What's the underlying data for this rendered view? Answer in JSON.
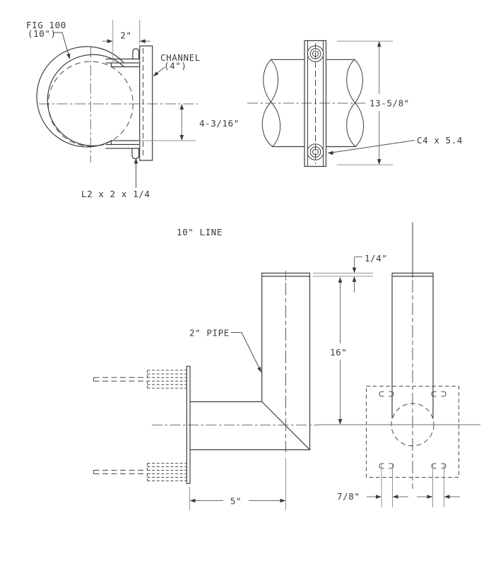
{
  "drawing": {
    "note": "10\" LINE",
    "colors": {
      "background": "#ffffff",
      "object_line": "#3d3d3d",
      "hidden_line": "#4a4a4a",
      "dimension_line": "#6e6e6e",
      "extension_line": "#949494",
      "text": "#3a3a3a"
    },
    "views": {
      "ubolt_front": {
        "fig_label": "FIG 100",
        "fig_size": "(10\")",
        "bolt_offset_dim": "2\"",
        "channel_label": "CHANNEL",
        "channel_size": "(4\")",
        "offset_dim": "4-3/16\"",
        "angle_spec": "L2 x 2 x 1/4"
      },
      "clamp_side": {
        "length_dim": "13-5/8\"",
        "channel_spec": "C4 x 5.4"
      },
      "elbow_front": {
        "pipe_label": "2\" PIPE",
        "cap_dim": "1/4\"",
        "height_dim": "16\"",
        "offset_dim": "5\""
      },
      "plate_plan": {
        "slot_dim": "7/8\""
      }
    }
  }
}
